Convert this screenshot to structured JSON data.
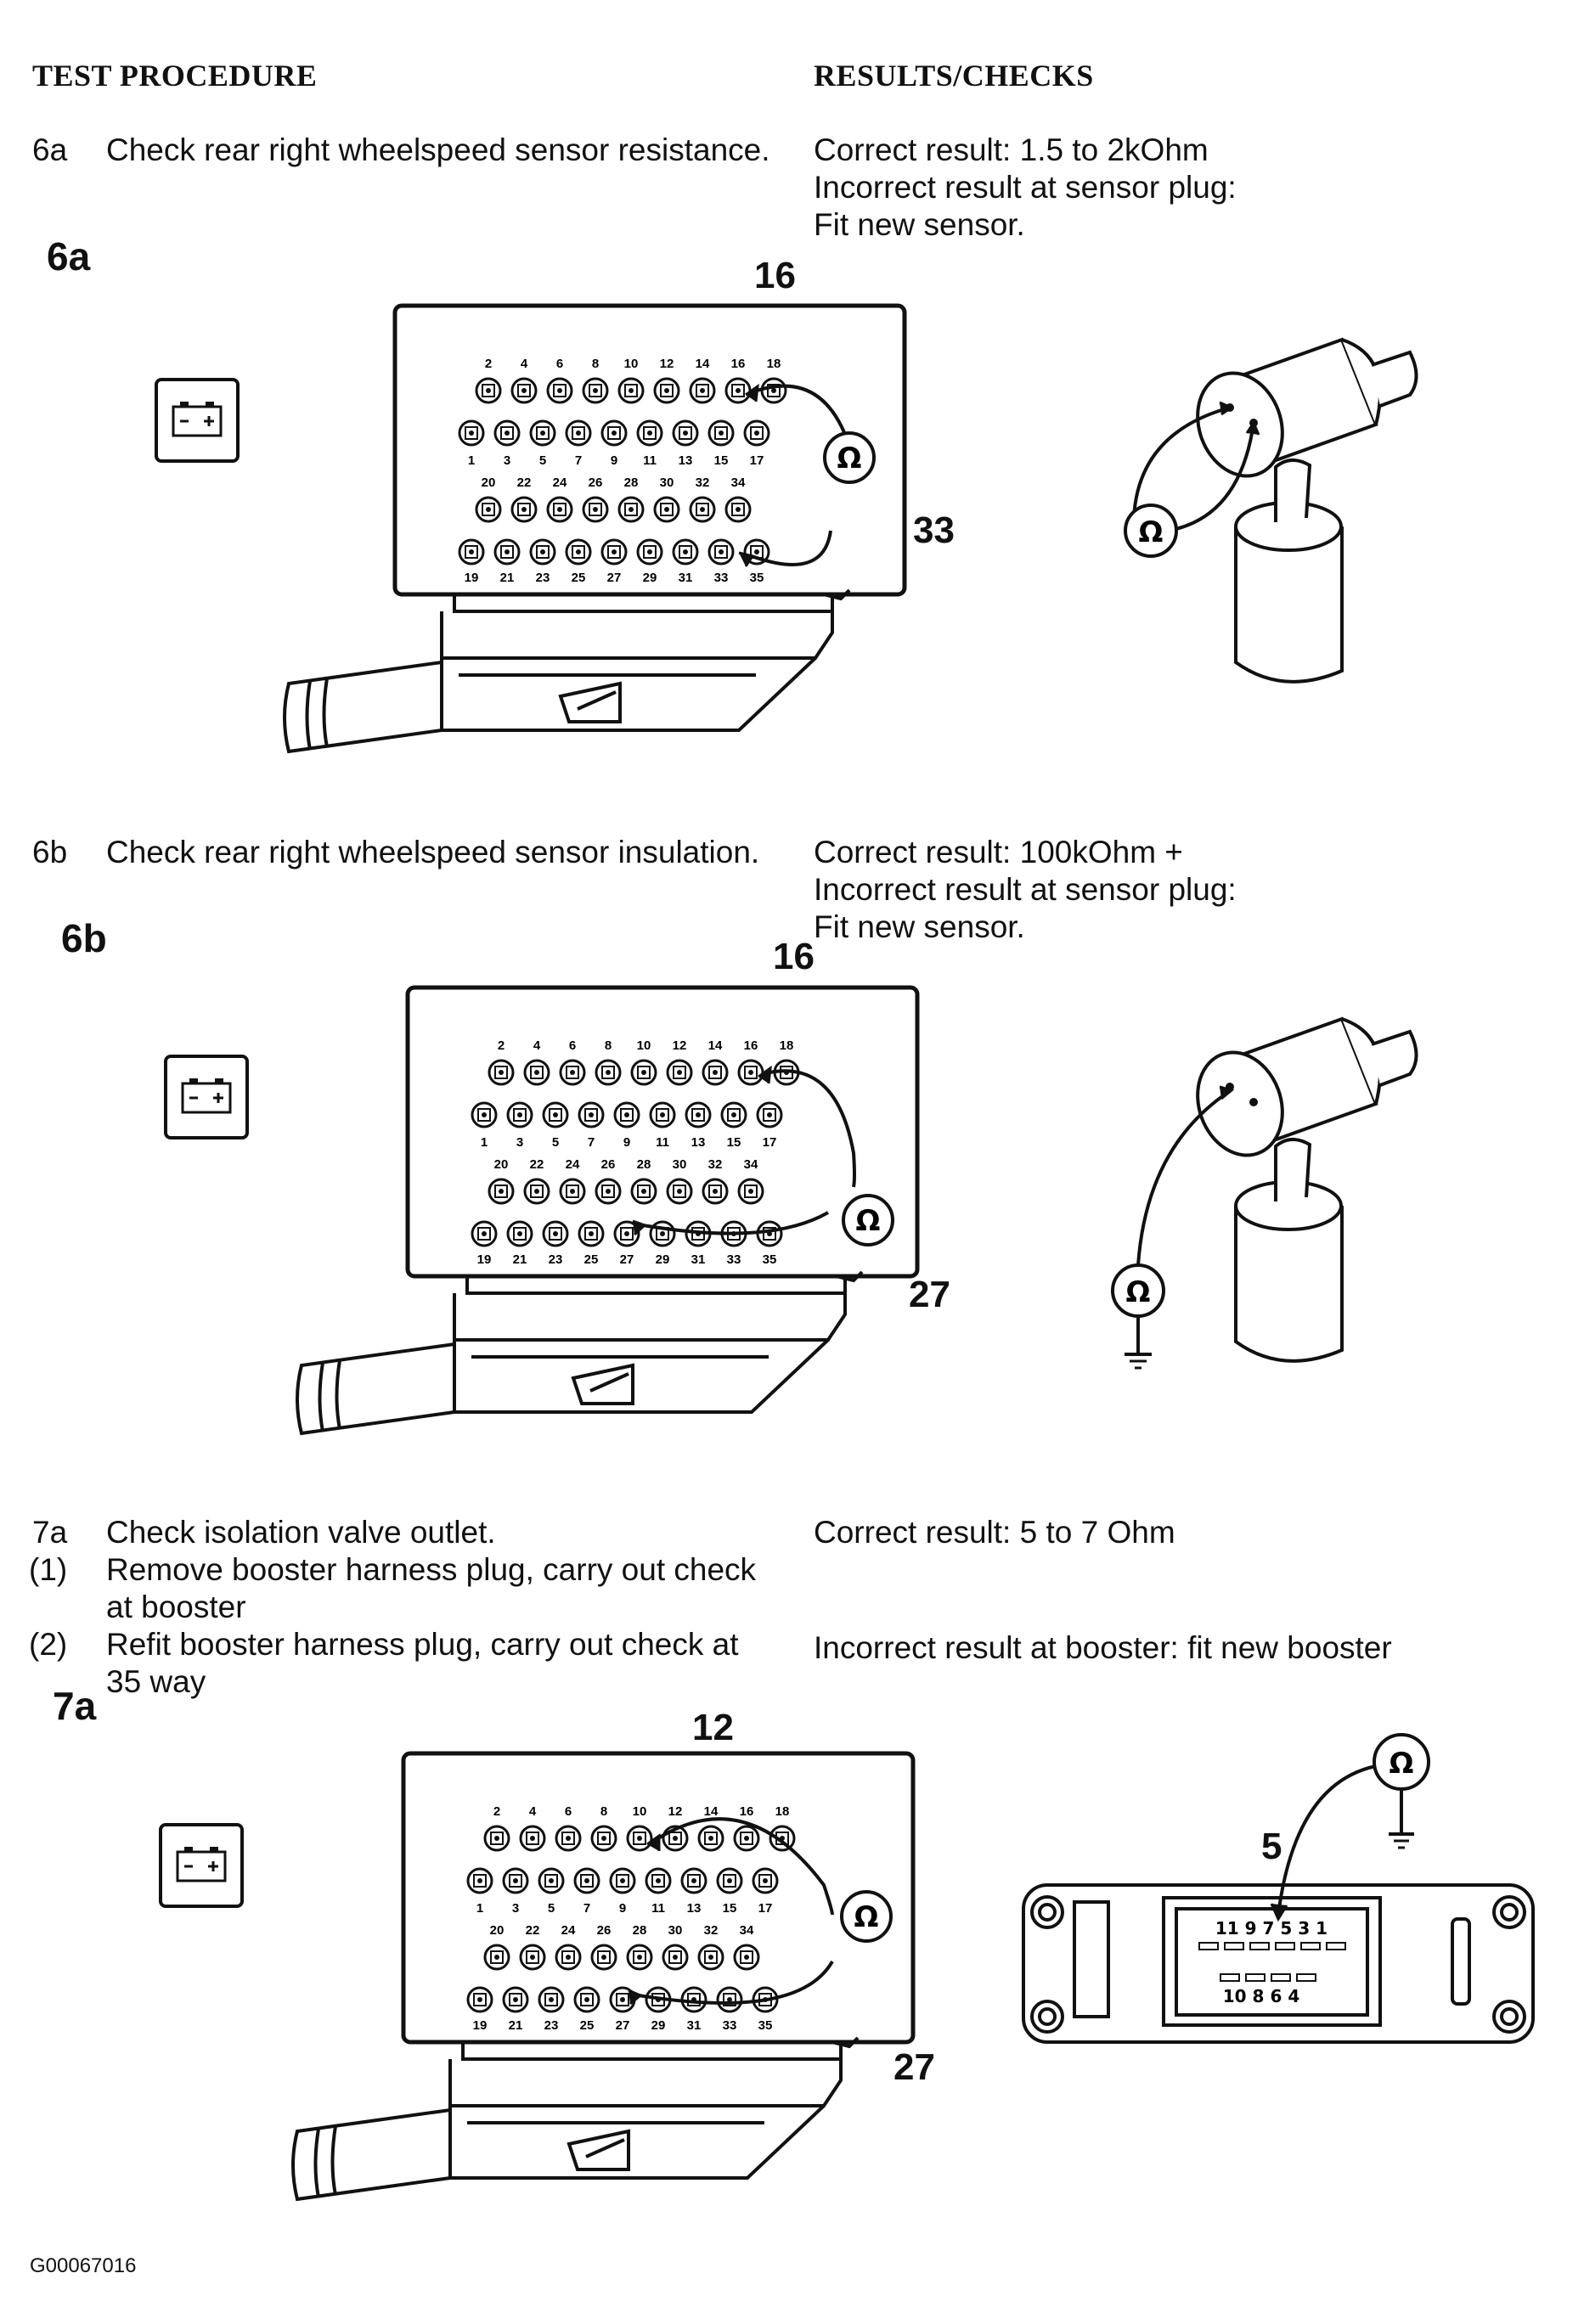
{
  "headers": {
    "test_procedure": "TEST PROCEDURE",
    "results_checks": "RESULTS/CHECKS"
  },
  "steps": {
    "s6a": {
      "num": "6a",
      "text": "Check rear right wheelspeed sensor resistance.",
      "results": [
        "Correct result: 1.5 to 2kOhm",
        "Incorrect result at sensor plug:",
        "Fit new sensor."
      ],
      "figure_label": "6a",
      "callout_top": "16",
      "callout_side": "33"
    },
    "s6b": {
      "num": "6b",
      "text": "Check rear right wheelspeed sensor insulation.",
      "results": [
        "Correct result: 100kOhm +",
        "Incorrect result at sensor plug:",
        "Fit new sensor."
      ],
      "figure_label": "6b",
      "callout_top": "16",
      "callout_side": "27"
    },
    "s7a": {
      "lines": [
        {
          "num": "7a",
          "text": "Check isolation valve outlet."
        },
        {
          "num": "(1)",
          "text": "Remove booster harness plug, carry out check"
        },
        {
          "num": "",
          "text": "at booster"
        },
        {
          "num": "(2)",
          "text": "Refit booster harness plug, carry out check at"
        },
        {
          "num": "",
          "text": "35 way"
        }
      ],
      "results": [
        "Correct result: 5 to 7 Ohm",
        "Incorrect result at booster: fit new booster"
      ],
      "figure_label": "7a",
      "callout_top": "12",
      "callout_side": "27",
      "callout_booster": "5"
    }
  },
  "connector_pins": {
    "row1_labels": [
      "2",
      "4",
      "6",
      "8",
      "10",
      "12",
      "14",
      "16",
      "18"
    ],
    "row2_labels": [
      "1",
      "3",
      "5",
      "7",
      "9",
      "11",
      "13",
      "15",
      "17"
    ],
    "row3_labels": [
      "20",
      "22",
      "24",
      "26",
      "28",
      "30",
      "32",
      "34"
    ],
    "row4_labels": [
      "19",
      "21",
      "23",
      "25",
      "27",
      "29",
      "31",
      "33",
      "35"
    ]
  },
  "booster_pins": {
    "top_labels": "11 9 7 5 3 1",
    "bottom_labels": "10 8 6 4"
  },
  "symbols": {
    "ohm": "Ω",
    "battery_minus": "−",
    "battery_plus": "+",
    "icons": [
      "battery-icon",
      "ohmmeter-icon",
      "ground-icon",
      "sensor-icon",
      "connector-plug-icon"
    ]
  },
  "footer": {
    "code": "G00067016"
  }
}
